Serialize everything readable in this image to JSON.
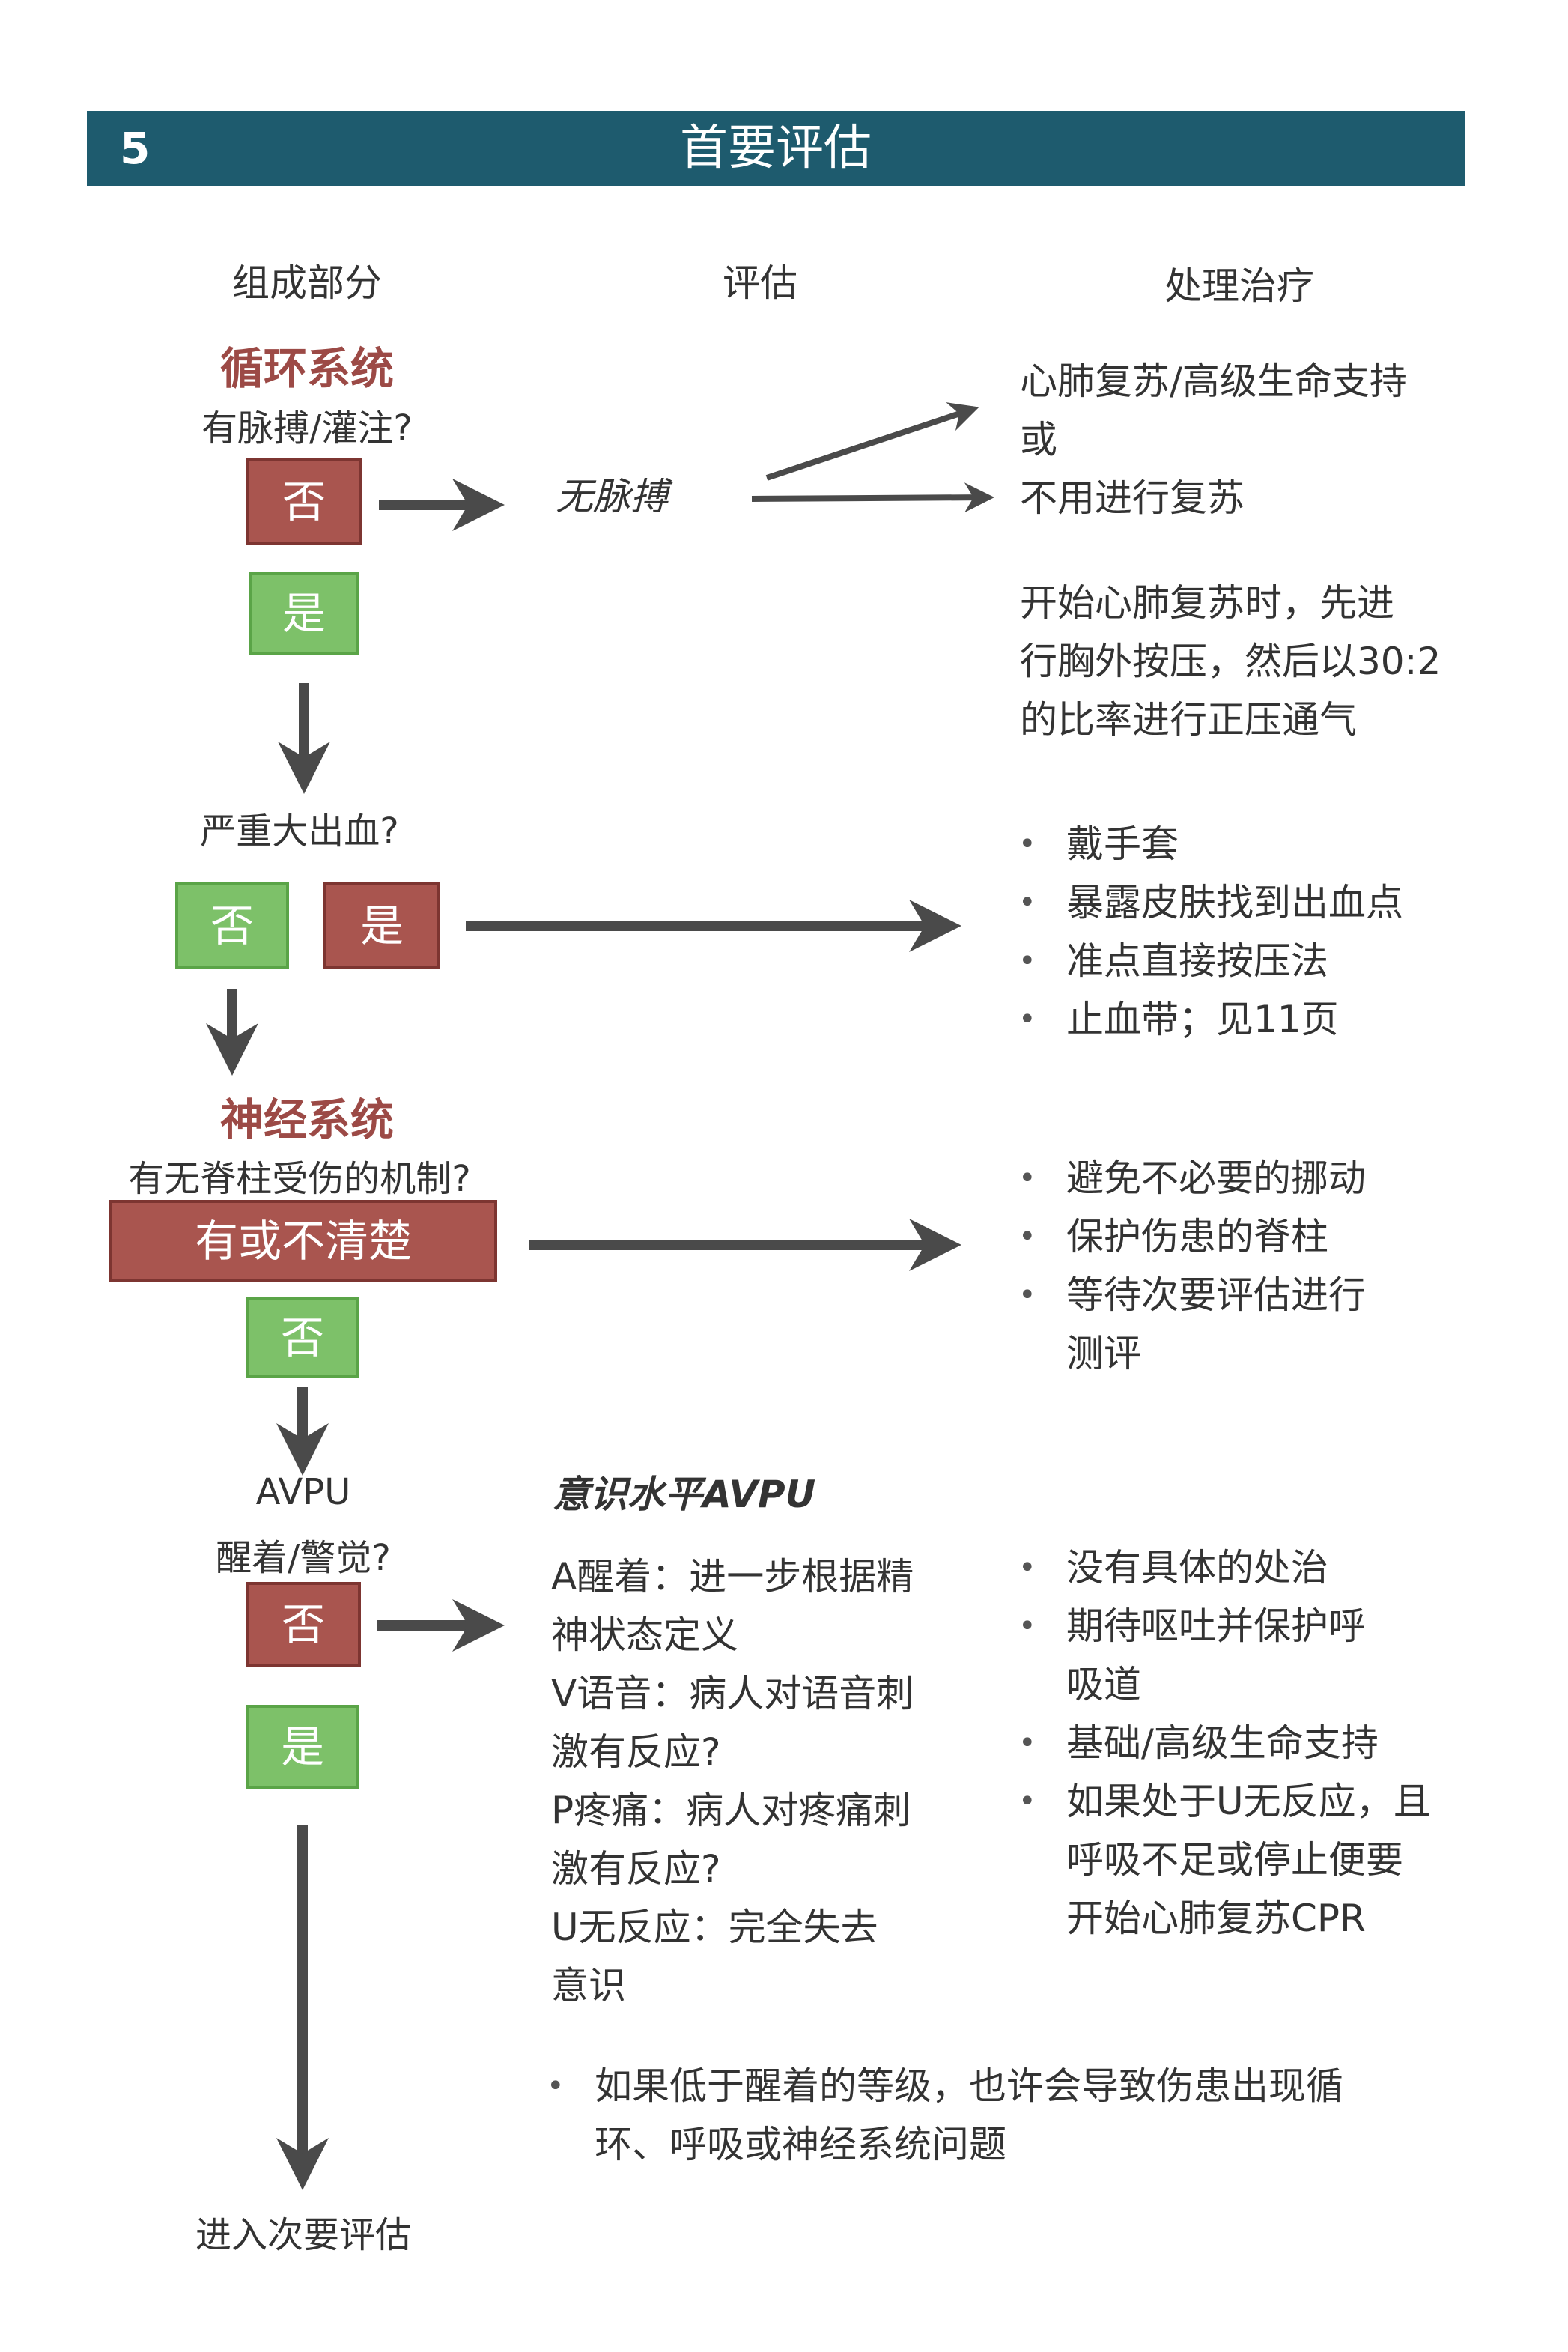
{
  "header": {
    "number": "5",
    "title": "首要评估"
  },
  "columns": {
    "components": "组成部分",
    "assessment": "评估",
    "treatment": "处理治疗"
  },
  "colors": {
    "header": "#1e5b6e",
    "section_title": "#9c4a46",
    "no_box_red": "#a9554f",
    "yes_box_green": "#7dc169",
    "arrow": "#4a4a4a"
  },
  "circulation": {
    "title": "循环系统",
    "question": "有脉搏/灌注?",
    "no": "否",
    "yes": "是",
    "assessment": "无脉搏",
    "treatment_lines": [
      "心肺复苏/高级生命支持",
      "或",
      "不用进行复苏"
    ],
    "cpr_note": [
      "开始心肺复苏时，先进",
      "行胸外按压，然后以30:2",
      "的比率进行正压通气"
    ]
  },
  "bleeding": {
    "question": "严重大出血?",
    "no": "否",
    "yes": "是",
    "treatment": [
      "戴手套",
      "暴露皮肤找到出血点",
      "准点直接按压法",
      "止血带；见11页"
    ]
  },
  "neuro": {
    "title": "神经系统",
    "question": "有无脊柱受伤的机制?",
    "yes_unclear": "有或不清楚",
    "no": "否",
    "treatment": [
      "避免不必要的挪动",
      "保护伤患的脊柱",
      "等待次要评估进行",
      "测评"
    ]
  },
  "avpu": {
    "label": "AVPU",
    "question": "醒着/警觉?",
    "no": "否",
    "yes": "是",
    "assessment_title": "意识水平AVPU",
    "assessment_lines": [
      "A醒着：进一步根据精",
      "神状态定义",
      "V语音：病人对语音刺",
      "激有反应?",
      "P疼痛：病人对疼痛刺",
      "激有反应?",
      "U无反应：完全失去",
      "意识"
    ],
    "treatment": [
      "没有具体的处治",
      "期待呕吐并保护呼",
      "吸道",
      "基础/高级生命支持",
      "如果处于U无反应，且",
      "呼吸不足或停止便要",
      "开始心肺复苏CPR"
    ],
    "note_lines": [
      "如果低于醒着的等级，也许会导致伤患出现循",
      "环、呼吸或神经系统问题"
    ]
  },
  "next_step": "进入次要评估",
  "bullet": "•"
}
